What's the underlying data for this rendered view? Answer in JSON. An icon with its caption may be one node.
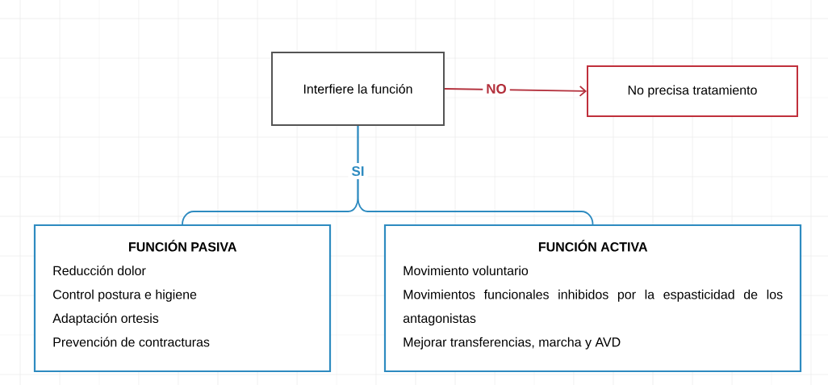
{
  "diagram": {
    "nodes": [
      {
        "text": [
          "Interfiere la función"
        ]
      },
      {
        "text": [
          "No precisa tratamiento"
        ]
      },
      {
        "text": [
          "FUNCIÓN PASIVA",
          "Reducción dolor",
          "Control postura e higiene",
          "Adaptación ortesis",
          "Prevención de contracturas"
        ]
      },
      {
        "text": [
          "FUNCIÓN ACTIVA",
          "Movimiento voluntario",
          "Movimientos funcionales inhibidos por la espasticidad de los antagonistas",
          "Mejorar transferencias, marcha y AVD"
        ]
      }
    ],
    "edges": [
      {
        "from": 0,
        "to": 1,
        "arrow": "to",
        "label": "NO",
        "color": "#b3303c"
      },
      {
        "from": 0,
        "to": 2,
        "arrow": "none",
        "label": "SI"
      },
      {
        "from": 0,
        "to": 3,
        "arrow": "none"
      }
    ]
  }
}
